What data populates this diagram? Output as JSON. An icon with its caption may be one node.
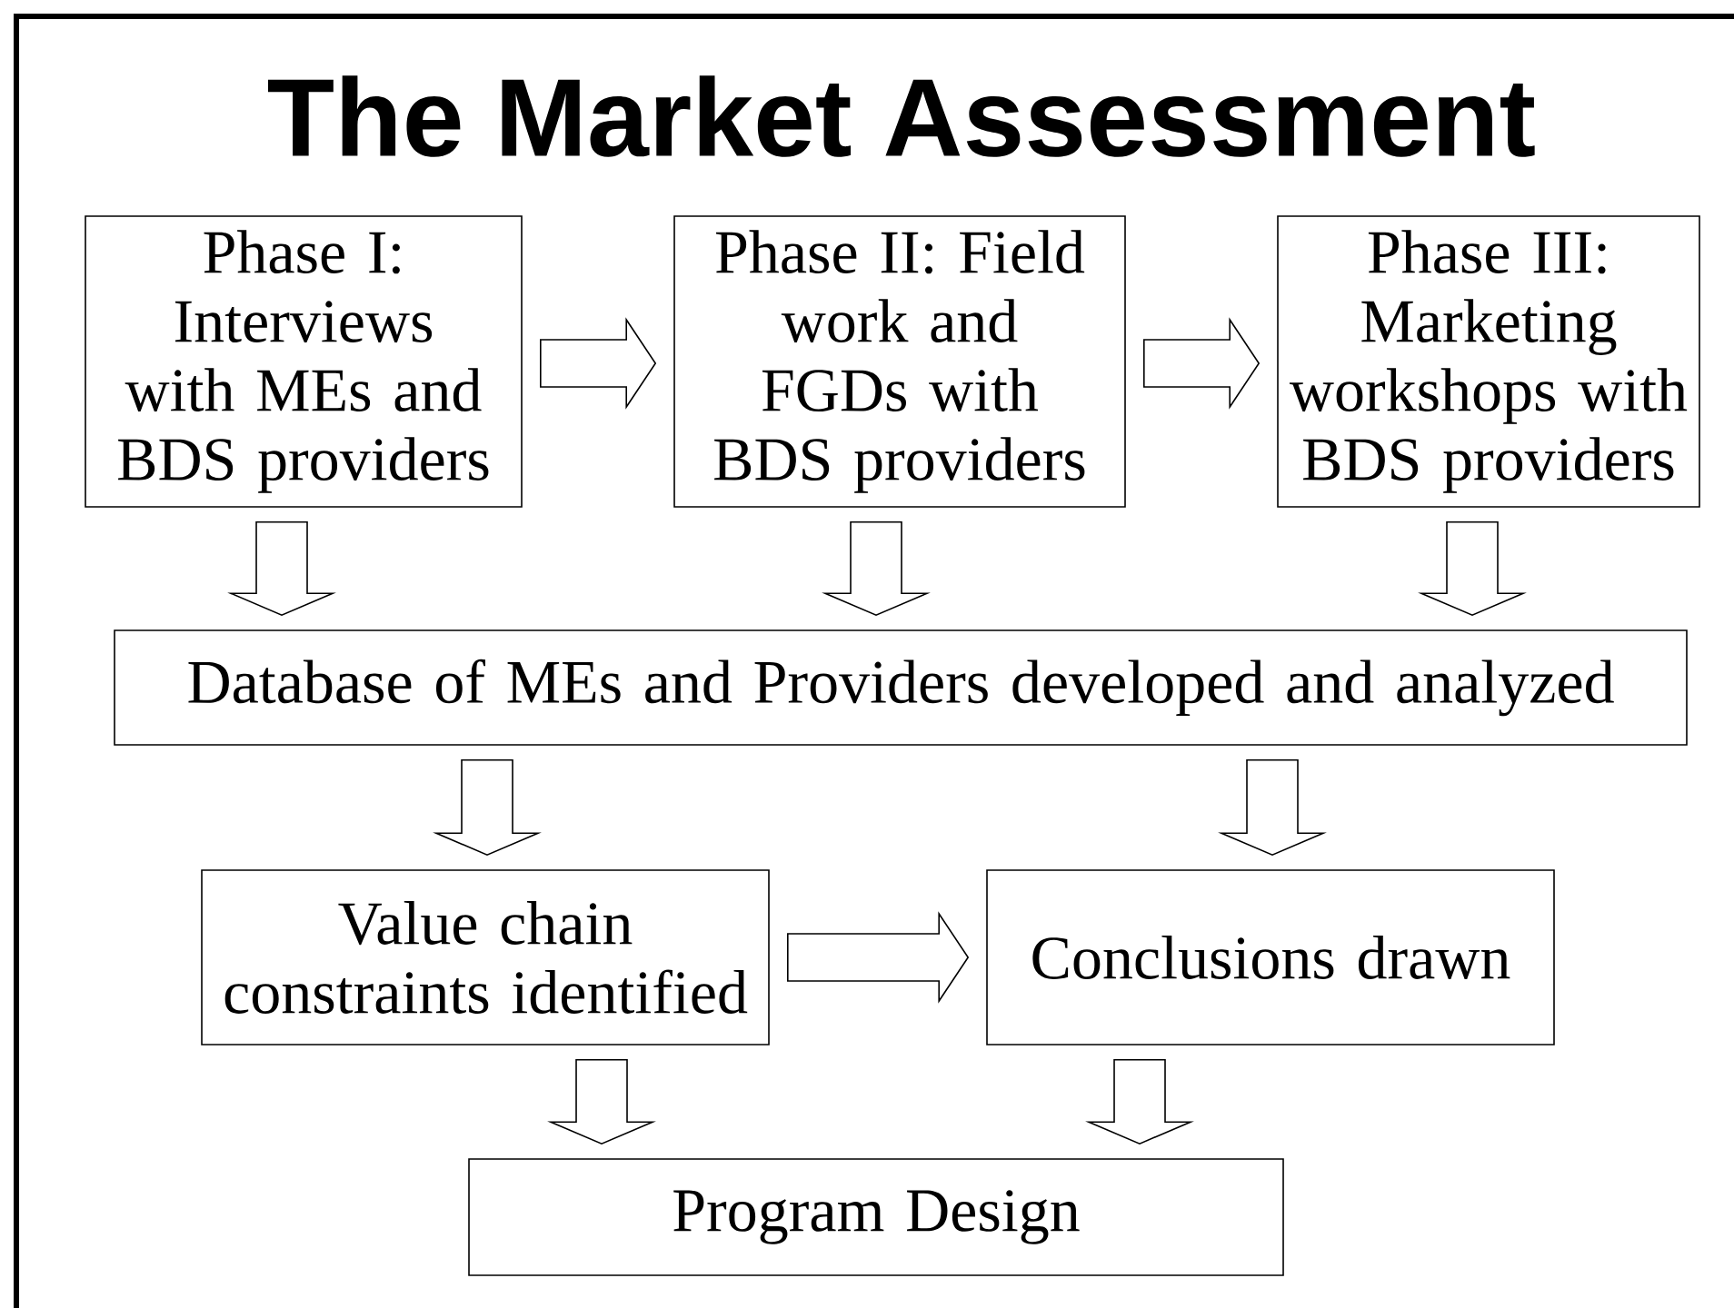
{
  "diagram": {
    "title": "The Market Assessment",
    "nodes": [
      {
        "text": [
          "Phase I: Interviews with MEs and BDS providers"
        ]
      },
      {
        "text": [
          "Phase II: Field work and FGDs with BDS providers"
        ]
      },
      {
        "text": [
          "Phase III: Marketing workshops with BDS providers"
        ]
      },
      {
        "text": [
          "Database of MEs and Providers developed and analyzed"
        ]
      },
      {
        "text": [
          "Value chain constraints identified"
        ]
      },
      {
        "text": [
          "Conclusions drawn"
        ]
      },
      {
        "text": [
          "Program Design"
        ]
      }
    ],
    "edges": [
      {
        "from": 0,
        "to": 1,
        "arrow": "to"
      },
      {
        "from": 1,
        "to": 2,
        "arrow": "to"
      },
      {
        "from": 0,
        "to": 3,
        "arrow": "to"
      },
      {
        "from": 1,
        "to": 3,
        "arrow": "to"
      },
      {
        "from": 2,
        "to": 3,
        "arrow": "to"
      },
      {
        "from": 3,
        "to": 4,
        "arrow": "to"
      },
      {
        "from": 3,
        "to": 5,
        "arrow": "to"
      },
      {
        "from": 4,
        "to": 5,
        "arrow": "to"
      },
      {
        "from": 4,
        "to": 6,
        "arrow": "to"
      },
      {
        "from": 5,
        "to": 6,
        "arrow": "to"
      }
    ]
  }
}
